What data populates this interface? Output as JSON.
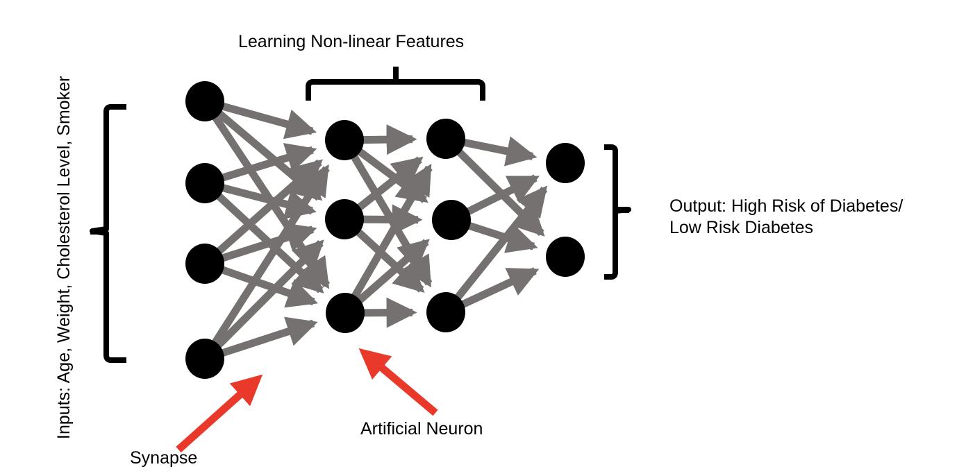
{
  "title": "Neural network diagram for diabetes risk prediction",
  "labels": {
    "hidden_layers": "Learning Non-linear Features",
    "inputs": "Inputs: Age, Weight, Cholesterol Level, Smoker",
    "output_line1": "Output: High Risk of Diabetes/",
    "output_line2": "Low Risk Diabetes",
    "synapse": "Synapse",
    "neuron": "Artificial Neuron"
  },
  "colors": {
    "node": "#000000",
    "edge": "#747170",
    "callout_arrow": "#E8392A",
    "bracket": "#000000"
  },
  "network": {
    "layers": [
      {
        "name": "input",
        "size": 4
      },
      {
        "name": "hidden-1",
        "size": 3
      },
      {
        "name": "hidden-2",
        "size": 3
      },
      {
        "name": "output",
        "size": 2
      }
    ],
    "connectivity": "fully-connected"
  }
}
